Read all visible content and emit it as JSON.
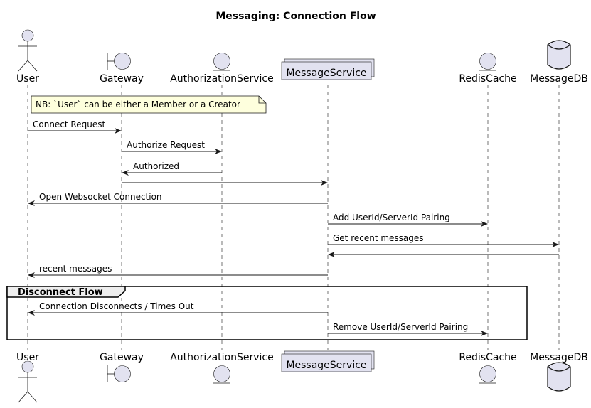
{
  "title": "Messaging: Connection Flow",
  "colors": {
    "participant_fill": "#E2E2F0",
    "participant_stroke": "#181818",
    "note_fill": "#FEFFDD",
    "group_header_fill": "#EEEEEE",
    "line": "#181818"
  },
  "participants": [
    {
      "id": "user",
      "label": "User",
      "shape": "actor-icon"
    },
    {
      "id": "gateway",
      "label": "Gateway",
      "shape": "boundary-icon"
    },
    {
      "id": "auth",
      "label": "AuthorizationService",
      "shape": "entity-icon"
    },
    {
      "id": "msgsvc",
      "label": "MessageService",
      "shape": "collections-box"
    },
    {
      "id": "redis",
      "label": "RedisCache",
      "shape": "entity-icon"
    },
    {
      "id": "db",
      "label": "MessageDB",
      "shape": "database-icon"
    }
  ],
  "note": {
    "text": "NB: `User` can be either a Member or a Creator",
    "over": "user"
  },
  "messages": [
    {
      "from": "user",
      "to": "gateway",
      "label": "Connect Request"
    },
    {
      "from": "gateway",
      "to": "auth",
      "label": "Authorize Request"
    },
    {
      "from": "auth",
      "to": "gateway",
      "label": "Authorized"
    },
    {
      "from": "gateway",
      "to": "msgsvc",
      "label": ""
    },
    {
      "from": "msgsvc",
      "to": "user",
      "label": "Open Websocket Connection"
    },
    {
      "from": "msgsvc",
      "to": "redis",
      "label": "Add UserId/ServerId Pairing"
    },
    {
      "from": "msgsvc",
      "to": "db",
      "label": "Get recent messages"
    },
    {
      "from": "db",
      "to": "msgsvc",
      "label": ""
    },
    {
      "from": "msgsvc",
      "to": "user",
      "label": "recent messages"
    },
    {
      "from": "msgsvc",
      "to": "user",
      "label": "Connection Disconnects / Times Out"
    },
    {
      "from": "msgsvc",
      "to": "redis",
      "label": "Remove UserId/ServerId Pairing"
    }
  ],
  "group": {
    "label": "Disconnect Flow"
  }
}
